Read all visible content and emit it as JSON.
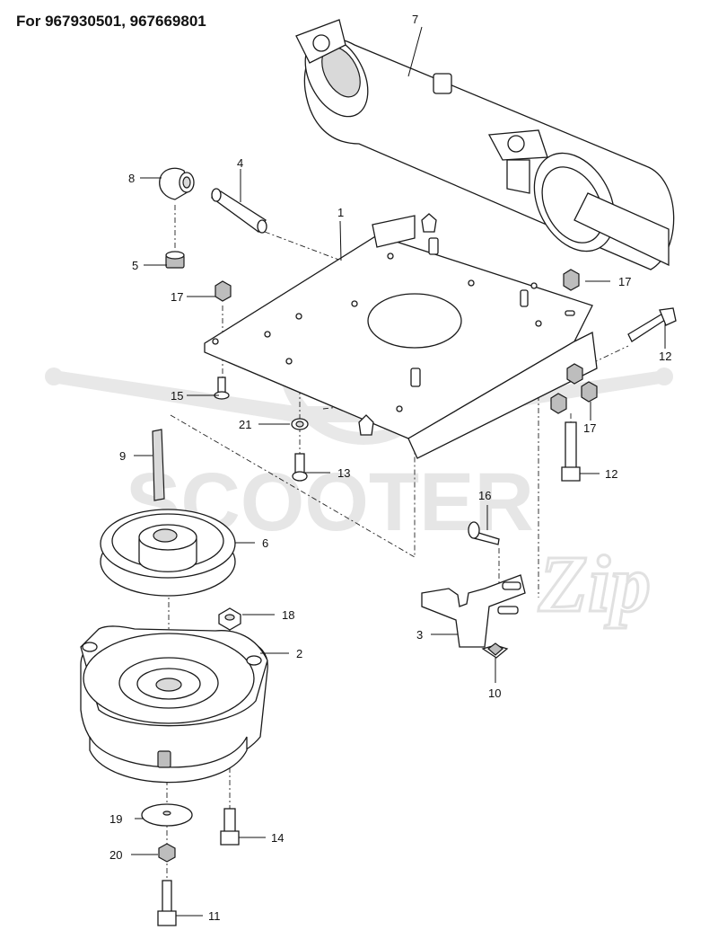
{
  "title": "For 967930501, 967669801",
  "watermark": {
    "brand": "SCOOTER",
    "suffix": "Zip"
  },
  "callouts": [
    {
      "id": "c1",
      "label": "1",
      "part": "mounting-plate"
    },
    {
      "id": "c2",
      "label": "2",
      "part": "pto-clutch"
    },
    {
      "id": "c3",
      "label": "3",
      "part": "clutch-bracket"
    },
    {
      "id": "c4",
      "label": "4",
      "part": "pipe-nipple"
    },
    {
      "id": "c5",
      "label": "5",
      "part": "plug"
    },
    {
      "id": "c6",
      "label": "6",
      "part": "pulley"
    },
    {
      "id": "c7",
      "label": "7",
      "part": "muffler"
    },
    {
      "id": "c8",
      "label": "8",
      "part": "elbow-fitting"
    },
    {
      "id": "c9",
      "label": "9",
      "part": "key"
    },
    {
      "id": "c10",
      "label": "10",
      "part": "wing-nut"
    },
    {
      "id": "c11",
      "label": "11",
      "part": "bolt"
    },
    {
      "id": "c12a",
      "label": "12",
      "part": "bolt"
    },
    {
      "id": "c12b",
      "label": "12",
      "part": "bolt"
    },
    {
      "id": "c13",
      "label": "13",
      "part": "bolt"
    },
    {
      "id": "c14",
      "label": "14",
      "part": "bolt"
    },
    {
      "id": "c15",
      "label": "15",
      "part": "bolt"
    },
    {
      "id": "c16",
      "label": "16",
      "part": "carriage-bolt"
    },
    {
      "id": "c17a",
      "label": "17",
      "part": "lock-nut"
    },
    {
      "id": "c17b",
      "label": "17",
      "part": "lock-nut"
    },
    {
      "id": "c17c",
      "label": "17",
      "part": "lock-nut"
    },
    {
      "id": "c18",
      "label": "18",
      "part": "nut"
    },
    {
      "id": "c19",
      "label": "19",
      "part": "washer"
    },
    {
      "id": "c20",
      "label": "20",
      "part": "lock-washer"
    },
    {
      "id": "c21",
      "label": "21",
      "part": "washer"
    }
  ]
}
